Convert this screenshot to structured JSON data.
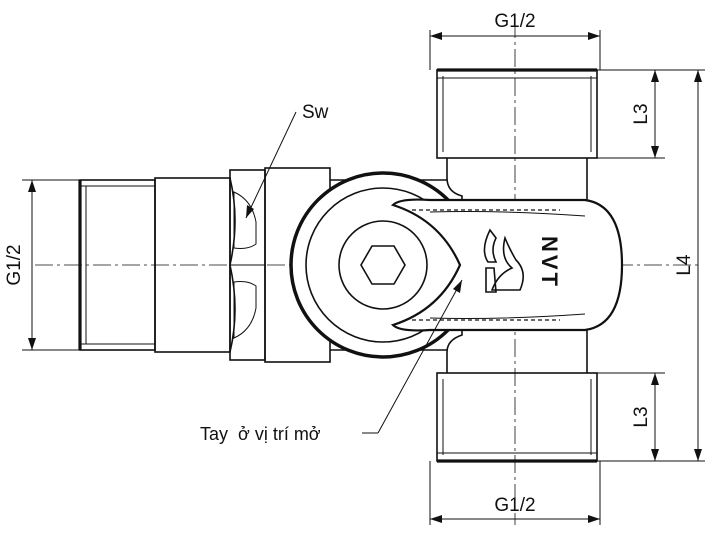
{
  "labels": {
    "top_thread": "G1/2",
    "bottom_thread": "G1/2",
    "left_thread": "G1/2",
    "top_l3": "L3",
    "bottom_l3": "L3",
    "length": "L4",
    "wrench_size": "Sw",
    "handle_note": "Tay  ở vị trí mở",
    "brand": "NVT"
  },
  "colors": {
    "line": "#111111",
    "background": "#ffffff"
  }
}
